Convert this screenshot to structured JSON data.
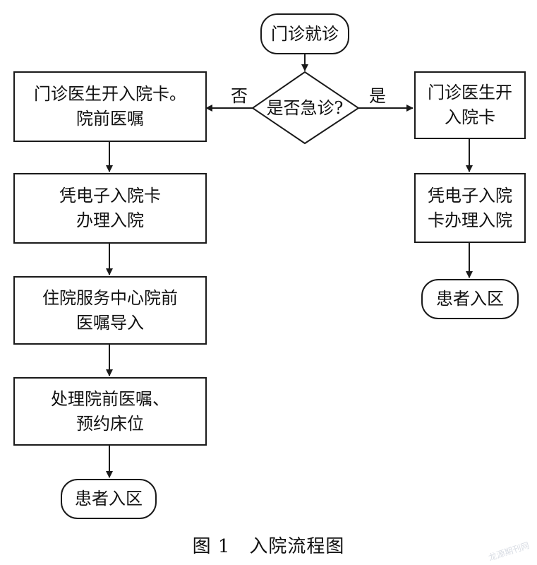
{
  "diagram": {
    "start": "门诊就诊",
    "decision": "是否急诊?",
    "branch_no": "否",
    "branch_yes": "是",
    "left_steps": [
      "门诊医生开入院卡。\n院前医嘱",
      "凭电子入院卡\n办理入院",
      "住院服务中心院前\n医嘱导入",
      "处理院前医嘱、\n预约床位"
    ],
    "left_end": "患者入区",
    "right_steps": [
      "门诊医生开\n入院卡",
      "凭电子入院\n卡办理入院"
    ],
    "right_end": "患者入区"
  },
  "caption": "图 1　入院流程图",
  "watermark": "龙源期刊网"
}
